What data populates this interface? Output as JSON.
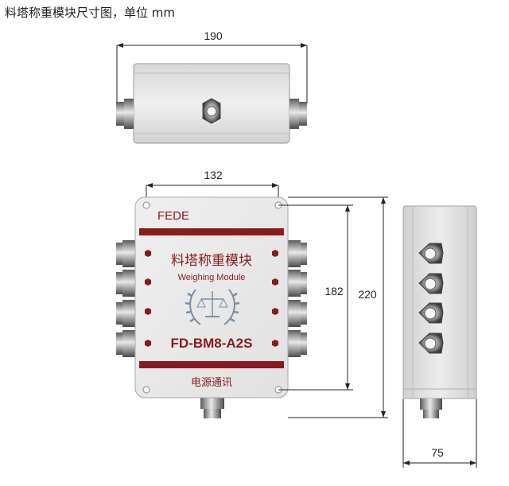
{
  "title": "料塔称重模块尺寸图，单位 mm",
  "dimensions": {
    "overall_length": "190",
    "hole_spacing_horizontal": "132",
    "hole_spacing_vertical": "182",
    "height": "220",
    "depth": "75"
  },
  "label": {
    "brand": "FEDE",
    "name_cn": "料塔称重模块",
    "name_en": "Weighing Module",
    "model": "FD-BM8-A2S",
    "footer_cn": "电源通讯"
  },
  "colors": {
    "accent": "#8b1a1a",
    "enclosure": "#e6e6e6",
    "dimension_line": "#222222"
  }
}
